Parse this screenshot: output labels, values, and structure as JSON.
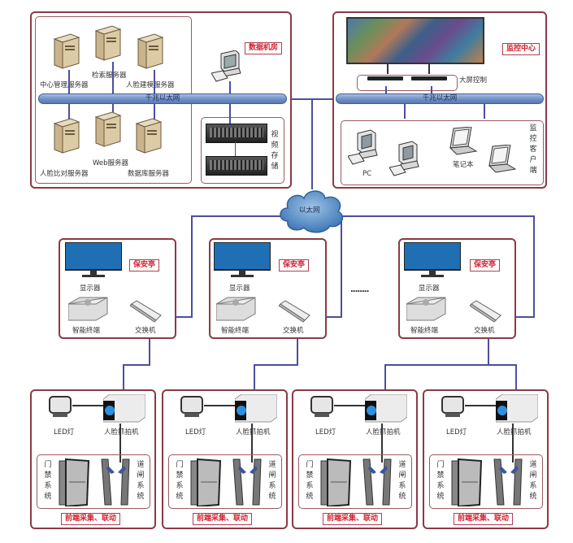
{
  "diagram": {
    "data_center": {
      "tag": "数据机房",
      "servers_top": [
        "中心管理服务器",
        "检索服务器",
        "人脸建模服务器"
      ],
      "servers_bottom": [
        "人脸比对服务器",
        "Web服务器",
        "数据库服务器"
      ],
      "backbone": "千兆以太网",
      "storage_label": "视频存储"
    },
    "monitor_center": {
      "tag": "监控中心",
      "wall_control": "大屏控制",
      "backbone": "千兆以太网",
      "clients_label": "监控客户端",
      "pc_label": "PC",
      "laptop_label": "笔记本"
    },
    "cloud_label": "以太网",
    "ellipsis": "........",
    "guard_rooms": [
      {
        "tag": "保安亭",
        "display": "显示器",
        "terminal": "智能终端",
        "switch": "交换机"
      },
      {
        "tag": "保安亭",
        "display": "显示器",
        "terminal": "智能终端",
        "switch": "交换机"
      },
      {
        "tag": "保安亭",
        "display": "显示器",
        "terminal": "智能终端",
        "switch": "交换机"
      }
    ],
    "front_ends": [
      {
        "led": "LED灯",
        "camera": "人脸抓拍机",
        "access": "门禁系统",
        "gate": "道闸系统",
        "tag": "前端采集、联动"
      },
      {
        "led": "LED灯",
        "camera": "人脸抓拍机",
        "access": "门禁系统",
        "gate": "道闸系统",
        "tag": "前端采集、联动"
      },
      {
        "led": "LED灯",
        "camera": "人脸抓拍机",
        "access": "门禁系统",
        "gate": "道闸系统",
        "tag": "前端采集、联动"
      },
      {
        "led": "LED灯",
        "camera": "人脸抓拍机",
        "access": "门禁系统",
        "gate": "道闸系统",
        "tag": "前端采集、联动"
      }
    ],
    "colors": {
      "panel_border": "#8b3a44",
      "tag_text": "#d02030",
      "wire": "#4b4fa0",
      "pipe": "#6f8fc6"
    }
  }
}
